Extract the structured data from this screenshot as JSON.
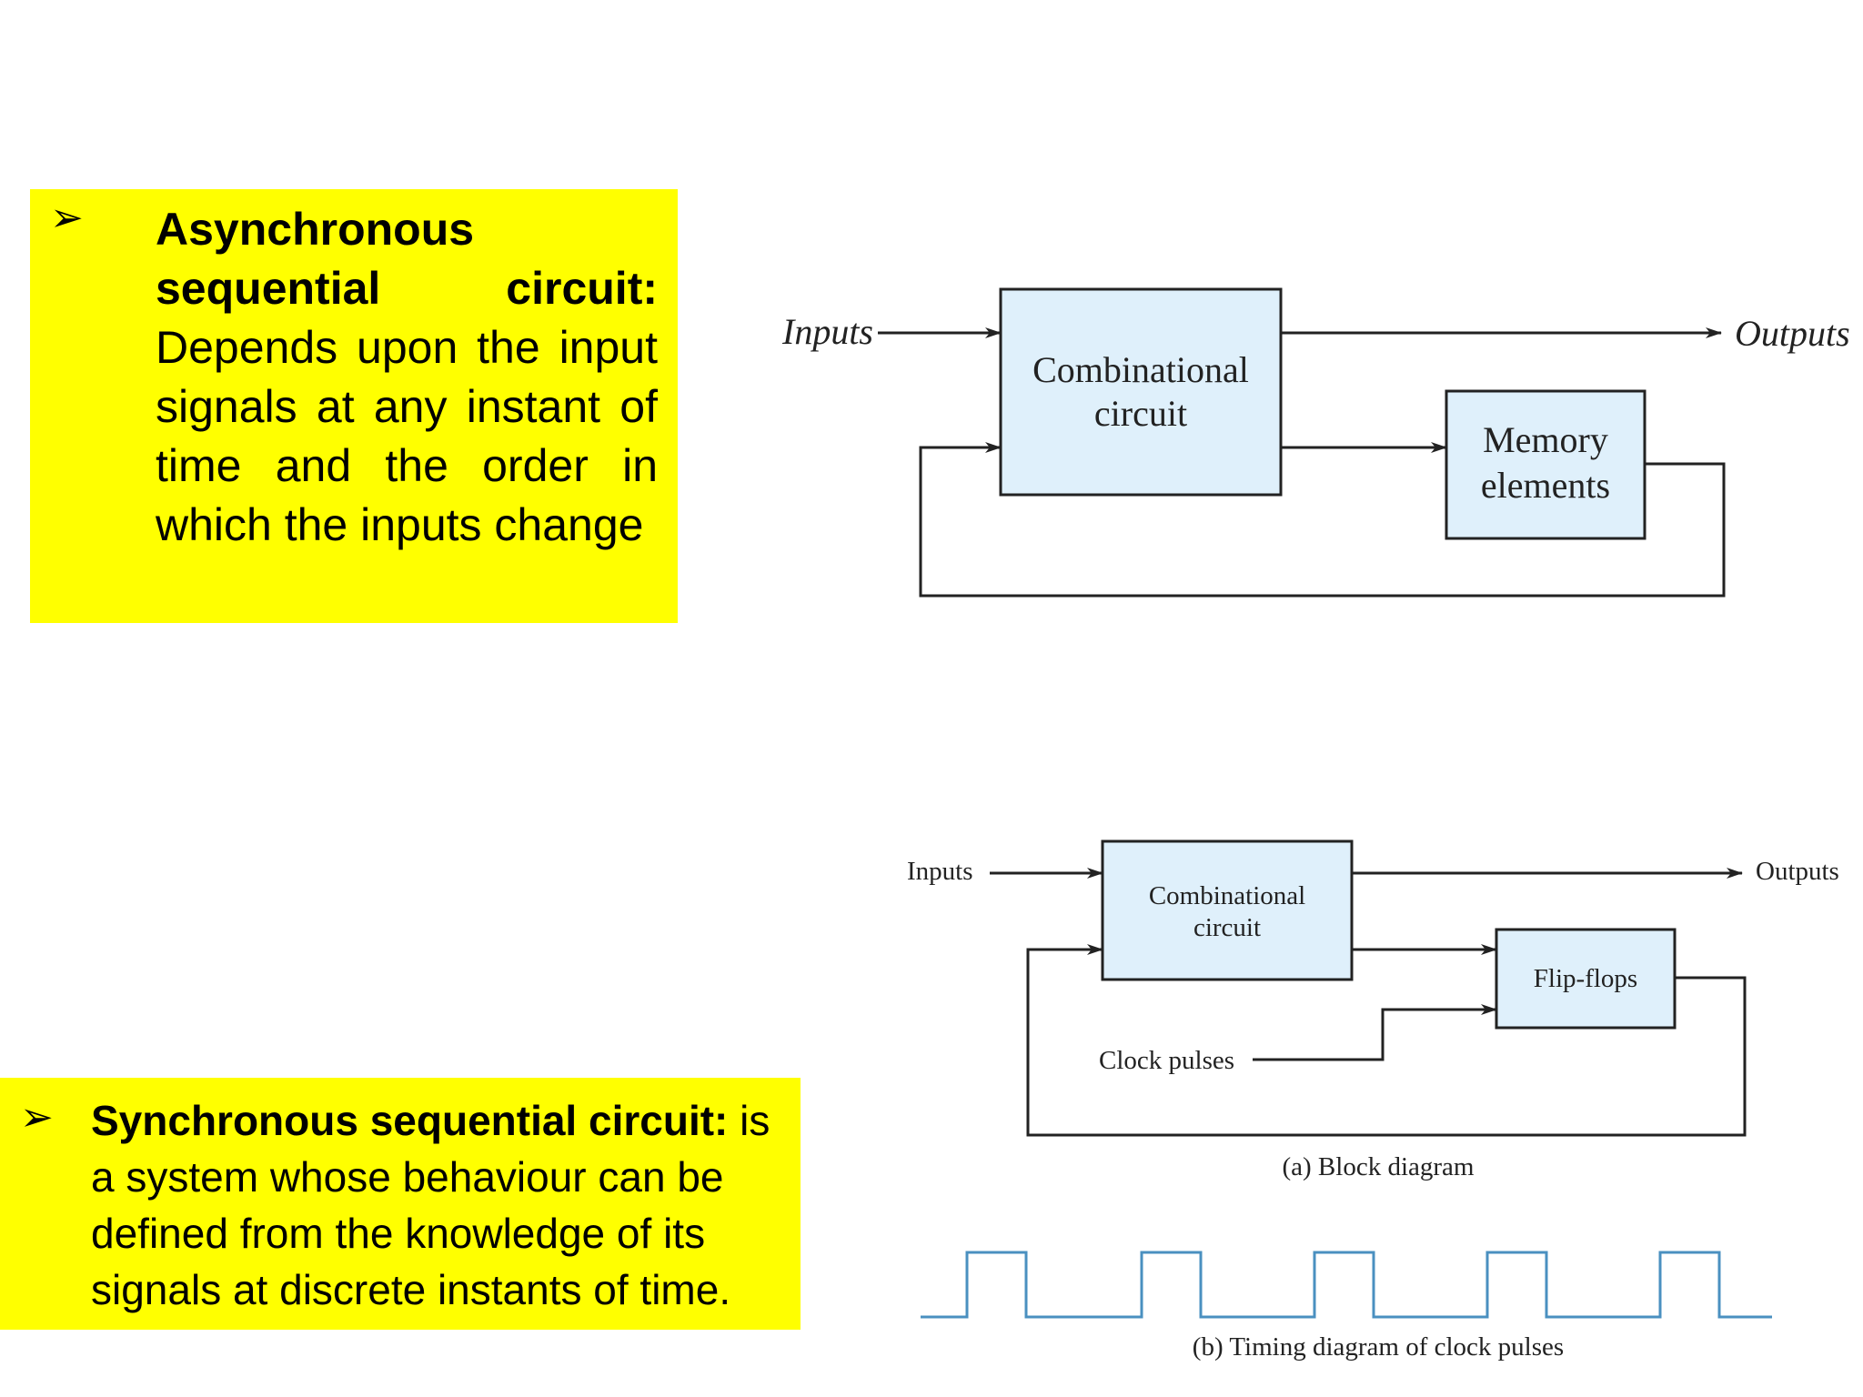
{
  "async_section": {
    "bullet": "➢",
    "title": "Asynchronous sequential circuit:",
    "body": "Depends upon the input signals at any instant of time and the order in which the inputs change"
  },
  "sync_section": {
    "bullet": "➢",
    "title": "Synchronous sequential circuit:",
    "body": "is a system whose behaviour can be defined from the knowledge of its signals at discrete instants of time."
  },
  "async_diagram": {
    "inputs_label": "Inputs",
    "outputs_label": "Outputs",
    "comb_line1": "Combinational",
    "comb_line2": "circuit",
    "mem_line1": "Memory",
    "mem_line2": "elements"
  },
  "sync_diagram": {
    "inputs_label": "Inputs",
    "outputs_label": "Outputs",
    "comb_line1": "Combinational",
    "comb_line2": "circuit",
    "ff_label": "Flip-flops",
    "clock_label": "Clock pulses",
    "caption_a": "(a) Block diagram",
    "caption_b": "(b) Timing diagram of clock pulses"
  },
  "colors": {
    "highlight": "#ffff00",
    "block_fill": "#dff0fb",
    "pulse": "#4a90c0"
  }
}
